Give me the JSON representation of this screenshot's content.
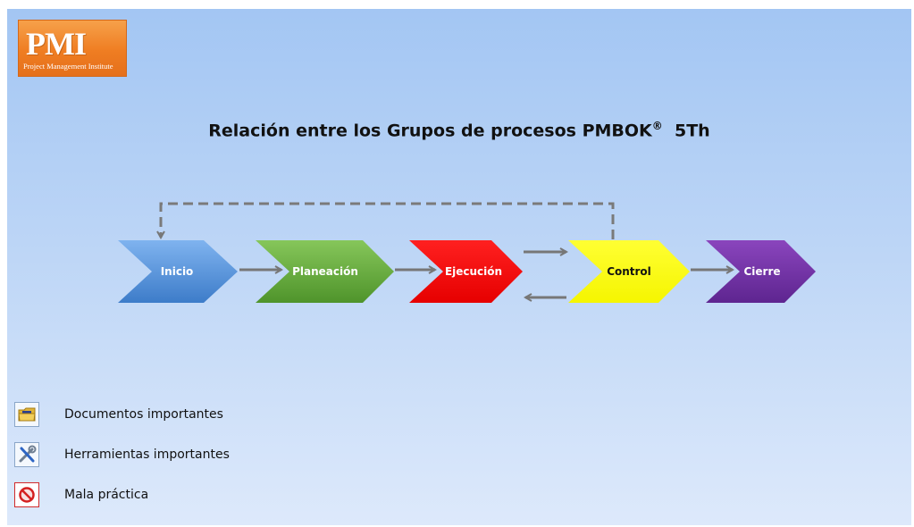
{
  "logo": {
    "mark": "PMI",
    "subtitle": "Project Management Institute"
  },
  "title": {
    "main": "Relación entre los Grupos de procesos PMBOK",
    "mark": "®",
    "suffix": "5Th"
  },
  "process_groups": [
    {
      "label": "Inicio",
      "color": "#4f8fd8"
    },
    {
      "label": "Planeación",
      "color": "#6aae3c"
    },
    {
      "label": "Ejecución",
      "color": "#ff0000"
    },
    {
      "label": "Control",
      "color": "#ffff00"
    },
    {
      "label": "Cierre",
      "color": "#7030a0"
    }
  ],
  "connectors": {
    "forward": [
      "Inicio → Planeación",
      "Planeación → Ejecución",
      "Ejecución → Control",
      "Control → Cierre"
    ],
    "back": "Control → Ejecución",
    "feedback_loop": "Control → Inicio (dashed)"
  },
  "legend": [
    {
      "icon": "folder-icon",
      "label": "Documentos importantes"
    },
    {
      "icon": "tools-icon",
      "label": "Herramientas importantes"
    },
    {
      "icon": "prohibited-icon",
      "label": "Mala práctica"
    }
  ]
}
